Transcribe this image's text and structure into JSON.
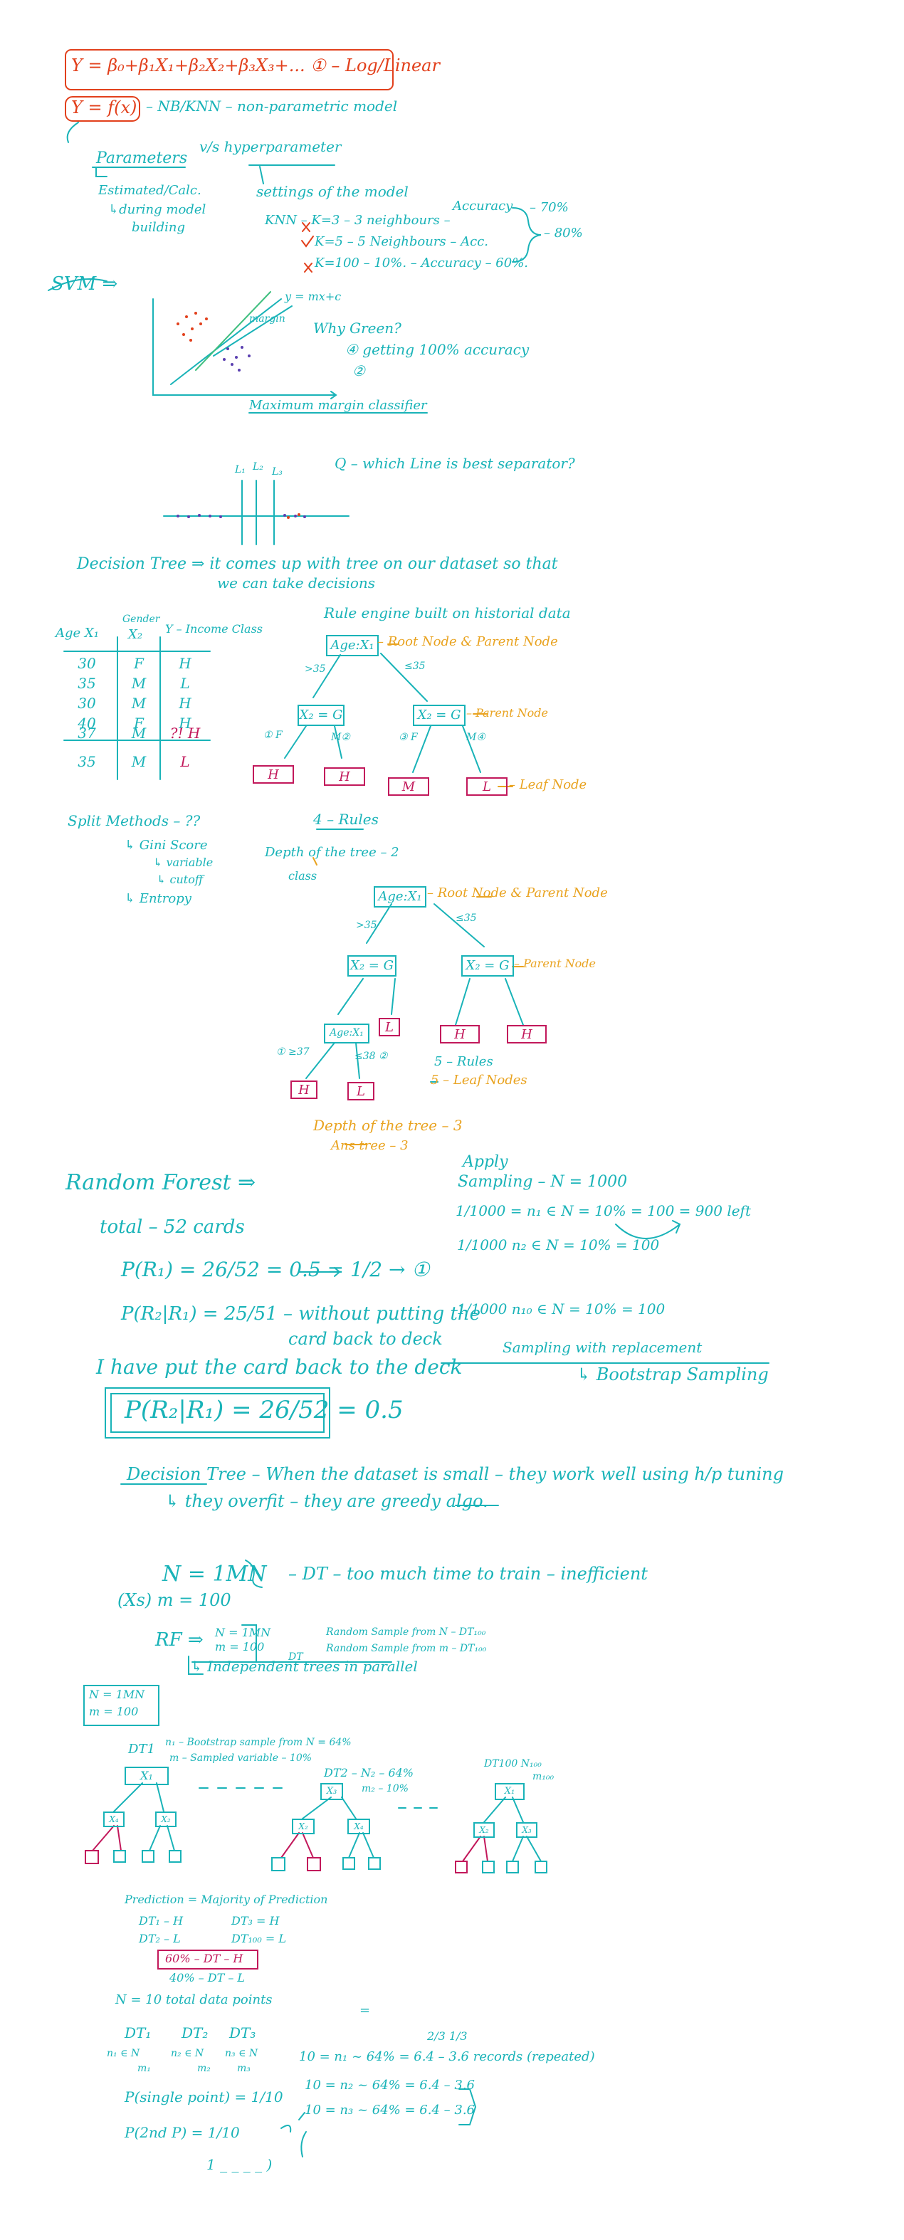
{
  "header": {
    "equation_1": "Y = β₀+β₁X₁+β₂X₂+β₃X₃+... ① – Log/Linear",
    "equation_2": "Y = f(x)",
    "equation_2_note": "– NB/KNN – non-parametric model"
  },
  "params": {
    "parameters": "Parameters",
    "vs_hyper": "v/s hyperparameter",
    "estimated": "Estimated/Calc.",
    "during_model": "↳during model",
    "building": "building",
    "settings": "settings of the model",
    "knn_1": "KNN – K=3 – 3 neighbours –",
    "knn_2": "K=5 – 5 Neighbours – Acc.",
    "knn_3": "K=100 – 10%. – Accuracy – 60%.",
    "accuracy": "Accuracy",
    "acc_70": "– 70%",
    "acc_80": "– 80%"
  },
  "svm": {
    "label": "SVM ⇒",
    "line_eq": "y = mx+c",
    "margin": "margin",
    "why_green": "Why Green?",
    "getting": "④ getting 100% accuracy",
    "circle2": "②",
    "max_margin": "Maximum margin classifier",
    "q_which": "Q – which Line is best separator?",
    "l1": "L₁",
    "l2": "L₂",
    "l3": "L₃"
  },
  "decision_tree_intro": {
    "line_1": "Decision Tree ⇒ it comes up with tree on our dataset so that",
    "line_2": "we can take decisions"
  },
  "data_table": {
    "gender_label": "Gender",
    "headers": [
      "Age X₁",
      "X₂",
      "Y – Income Class"
    ],
    "rows": [
      [
        "30",
        "F",
        "H"
      ],
      [
        "35",
        "M",
        "L"
      ],
      [
        "30",
        "M",
        "H"
      ],
      [
        "40",
        "F",
        "H"
      ],
      [
        "37",
        "M",
        "?! H"
      ],
      [
        "35",
        "M",
        "L"
      ]
    ]
  },
  "tree_1": {
    "title": "Rule engine built on historial data",
    "root": "Age:X₁",
    "root_label": "– Root Node & Parent Node",
    "left_edge": ">35",
    "right_edge": "≤35",
    "n_left": "X₂ = G",
    "n_right": "X₂ = G",
    "parent_label": "– Parent Node",
    "leaves": [
      "H",
      "H",
      "M",
      "L"
    ],
    "leaf_label": "– Leaf Node",
    "edges": [
      "① F",
      "M②",
      "③ F",
      "M④"
    ]
  },
  "split": {
    "title": "Split Methods – ??",
    "gini": "↳ Gini Score",
    "variable": "↳ variable",
    "cutoff": "↳ cutoff",
    "entropy": "↳ Entropy",
    "rules4": "4 – Rules",
    "depth2": "Depth of the tree – 2",
    "class": "class"
  },
  "tree_2": {
    "root": "Age:X₁",
    "root_label": "– Root Node & Parent Node",
    "left_edge": ">35",
    "right_edge": "≤35",
    "n_left": "X₂ = G",
    "n_right": "X₂ = G",
    "parent_label": "– Parent Node",
    "sub": "Age:X₁",
    "sub_edges": [
      "① ≥37",
      "≤38 ②"
    ],
    "leaves": [
      "H",
      "L",
      "H",
      "H",
      "L"
    ],
    "rules5": "5 – Rules",
    "leaf5": "5 – Leaf Nodes",
    "depth3": "Depth of the tree – 3",
    "depth3b": "Ans tree – 3"
  },
  "random_forest": {
    "title": "Random Forest ⇒",
    "total": "total – 52 cards",
    "p1": "P(R₁) = 26/52 = 0.5 = 1/2 → ①",
    "p2": "P(R₂|R₁) = 25/51 – without putting the",
    "p2b": "card back to deck",
    "put_back": "I have put the card back to the deck",
    "p3": "P(R₂|R₁) = 26/52 = 0.5",
    "apply": "Apply",
    "sampling": "Sampling – N = 1000",
    "s1": "1/1000 = n₁ ∈ N = 10% = 100 = 900 left",
    "s2": "1/1000 n₂ ∈ N = 10% = 100",
    "s3": "1/1000 n₁₀ ∈ N = 10% = 100",
    "with_replacement": "Sampling with replacement",
    "bootstrap": "↳ Bootstrap Sampling"
  },
  "dt_notes": {
    "line_1": "Decision Tree – When the dataset is small – they work well using h/p tuning",
    "line_2": "↳ they overfit – they are greedy algo.",
    "n_eq": "N = 1MN",
    "dt_slow": "– DT – too much time to train – inefficient",
    "m_eq": "(Xs)  m = 100",
    "rf": "RF ⇒",
    "rf_n": "N = 1MN",
    "rf_m": "m = 100",
    "rf_dt": "DT",
    "random_n": "Random Sample from N – DT₁₀₀",
    "random_m": "Random Sample from m – DT₁₀₀",
    "independent": "↳ Independent trees in parallel",
    "boxed_n": "N = 1MN",
    "boxed_m": "m = 100"
  },
  "forest": {
    "dt1": "DT1",
    "dt1_n": "n₁ – Bootstrap sample from N = 64%",
    "dt1_m": "m – Sampled variable – 10%",
    "dt2": "DT2 – N₂ – 64%",
    "dt2_m": "m₂ – 10%",
    "dt100": "DT100 N₁₀₀",
    "dt100_m": "m₁₀₀",
    "x1": "X₁",
    "x2": "X₂",
    "x3": "X₃",
    "x4": "X₄",
    "prediction": "Prediction = Majority of Prediction",
    "pred_1": "DT₁ – H",
    "pred_2": "DT₂ – L",
    "pred_3": "DT₃ = H",
    "pred_100": "DT₁₀₀ = L",
    "boxed": "60% – DT – H",
    "pred_l": "40% – DT – L"
  },
  "final": {
    "n10": "N = 10 total data points",
    "dt1": "DT₁",
    "dt2": "DT₂",
    "dt3": "DT₃",
    "n_in": "n₁ ∈ N",
    "n_in2": "n₂ ∈ N",
    "n_in3": "n₃ ∈ N",
    "m1": "m₁",
    "m2": "m₂",
    "m3": "m₃",
    "frac": "2/3   1/3",
    "r1": "10 = n₁ ~ 64% = 6.4 – 3.6 records (repeated)",
    "r2": "10 = n₂ ~ 64% = 6.4 – 3.6",
    "r3": "10 = n₃ ~ 64% = 6.4 – 3.6",
    "equals": "=",
    "p_single": "P(single point) = 1/10",
    "p_2nd": "P(2nd P) = 1/10",
    "blanks": "1 _ _ _ _ )"
  }
}
